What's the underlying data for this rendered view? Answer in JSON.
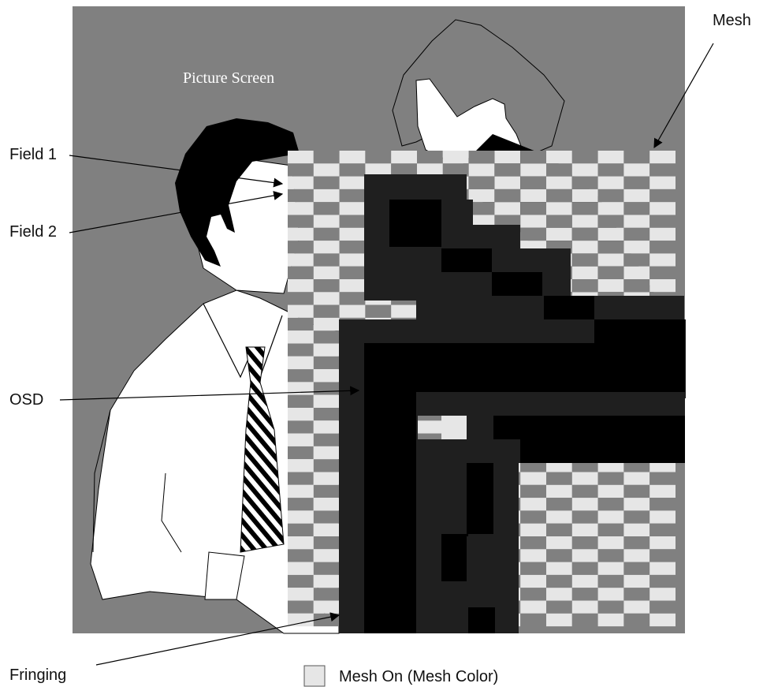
{
  "picture_screen_label": "Picture Screen",
  "callouts": {
    "mesh": "Mesh",
    "field1": "Field 1",
    "field2": "Field 2",
    "osd": "OSD",
    "fringing": "Fringing"
  },
  "legend": {
    "label": "Mesh On (Mesh Color)",
    "swatch_color": "#e6e6e6"
  },
  "colors": {
    "screen_background": "#808080",
    "mesh_light": "#e6e6e6",
    "mesh_dark": "#808080",
    "osd_black": "#000000",
    "osd_dark": "#1f1f1f",
    "figure_white": "#ffffff",
    "hair": "#000000"
  }
}
